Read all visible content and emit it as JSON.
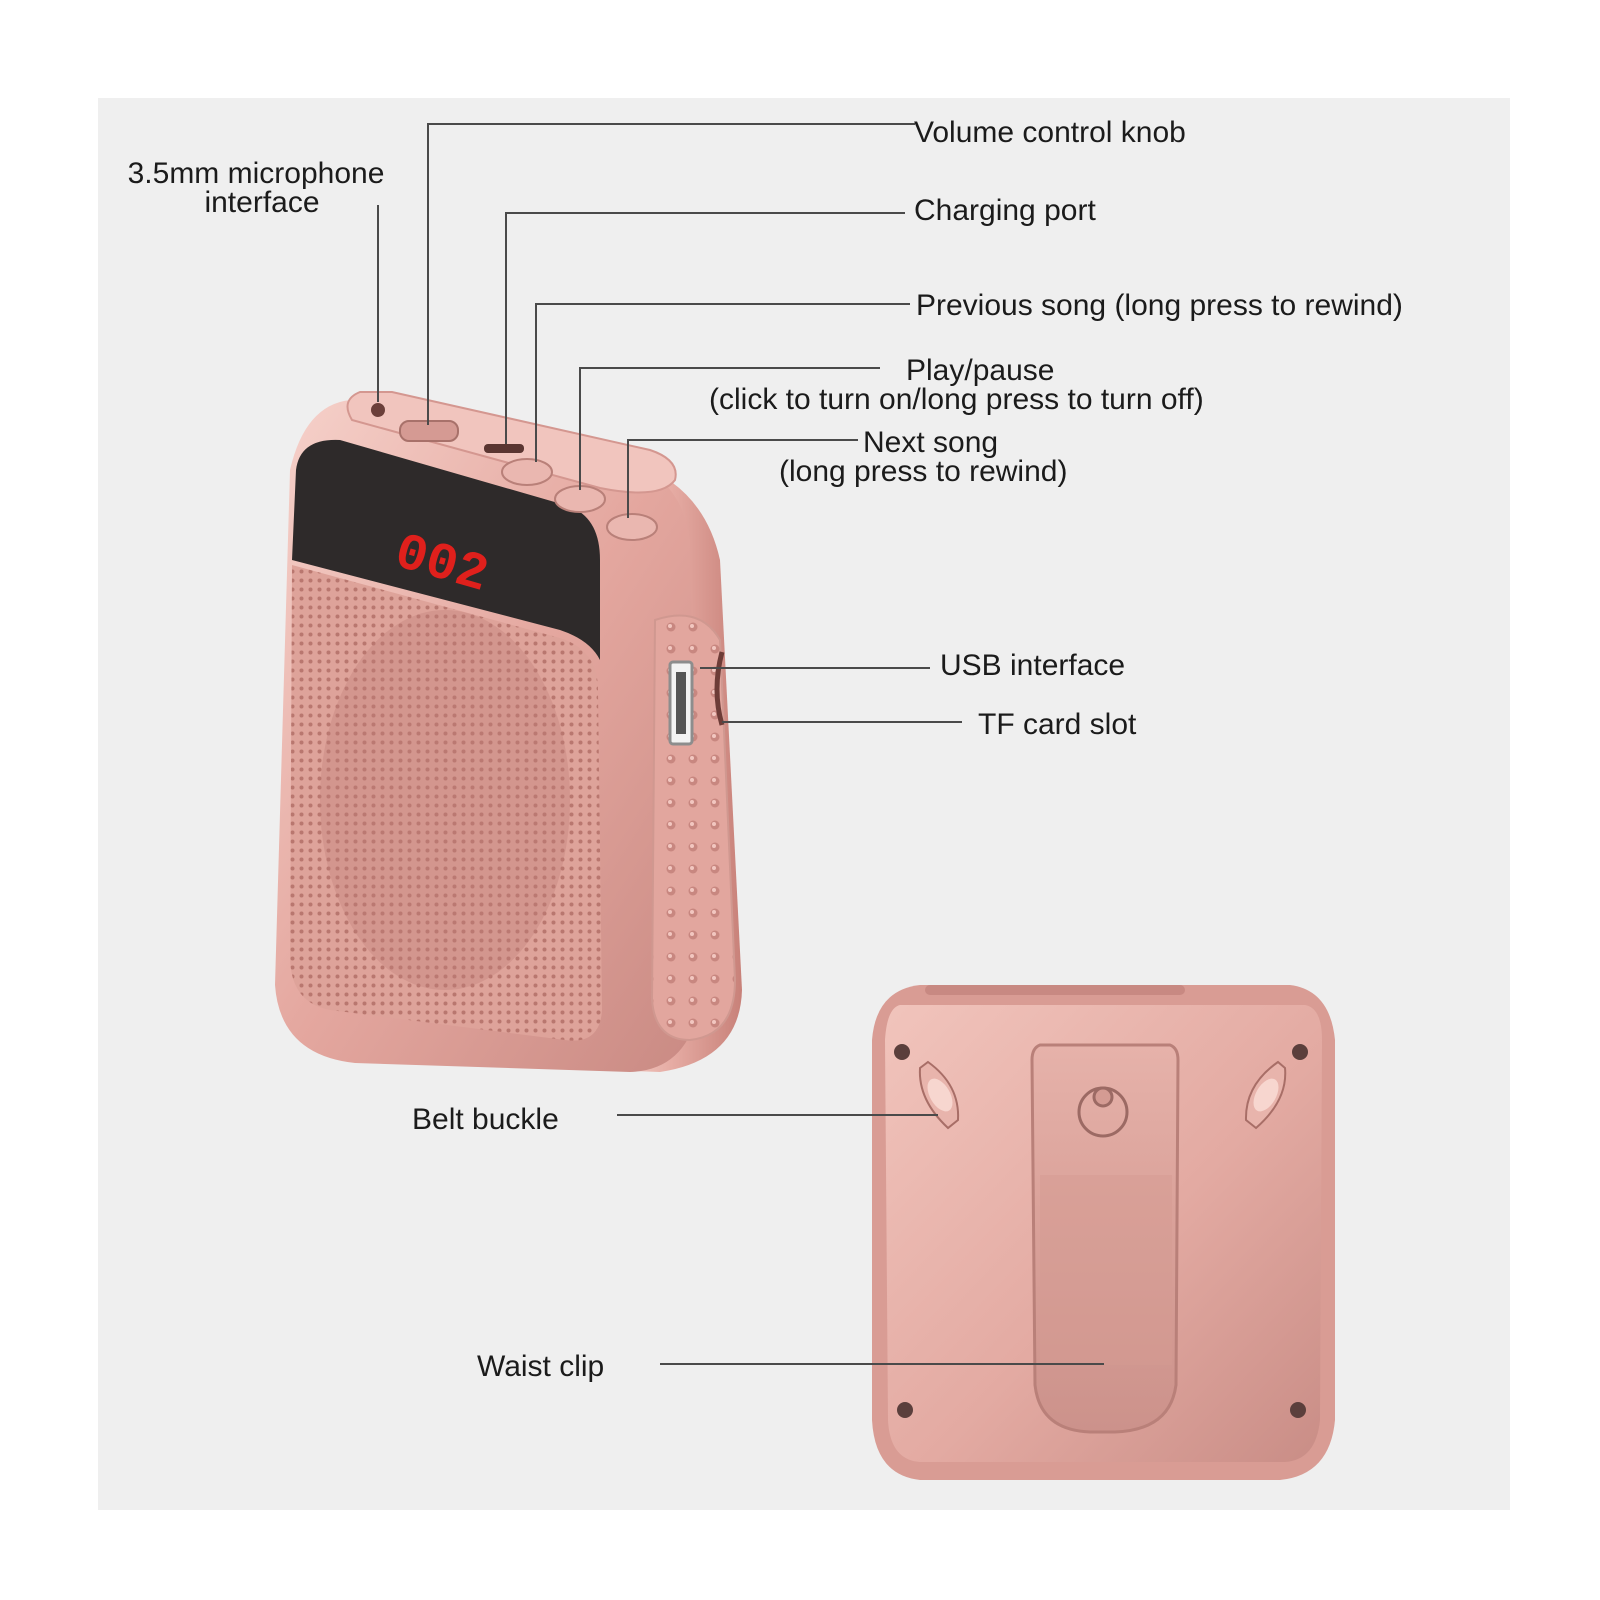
{
  "display": {
    "digits": "002",
    "digit_color": "#e0201c"
  },
  "colors": {
    "body": "#e3a9a1",
    "body_dark": "#c98a83",
    "accent": "#f4cfc8",
    "screen": "#2e2a2a",
    "leader": "#4a4a4a"
  },
  "labels": {
    "mic": [
      "3.5mm microphone",
      "interface"
    ],
    "volume": "Volume control knob",
    "charging": "Charging port",
    "previous": "Previous song (long press to rewind)",
    "play": [
      "Play/pause",
      "(click to turn on/long press to turn off)"
    ],
    "next": [
      "Next song",
      "(long press to rewind)"
    ],
    "usb": "USB interface",
    "tf": "TF card slot",
    "belt": "Belt buckle",
    "waist": "Waist clip"
  }
}
